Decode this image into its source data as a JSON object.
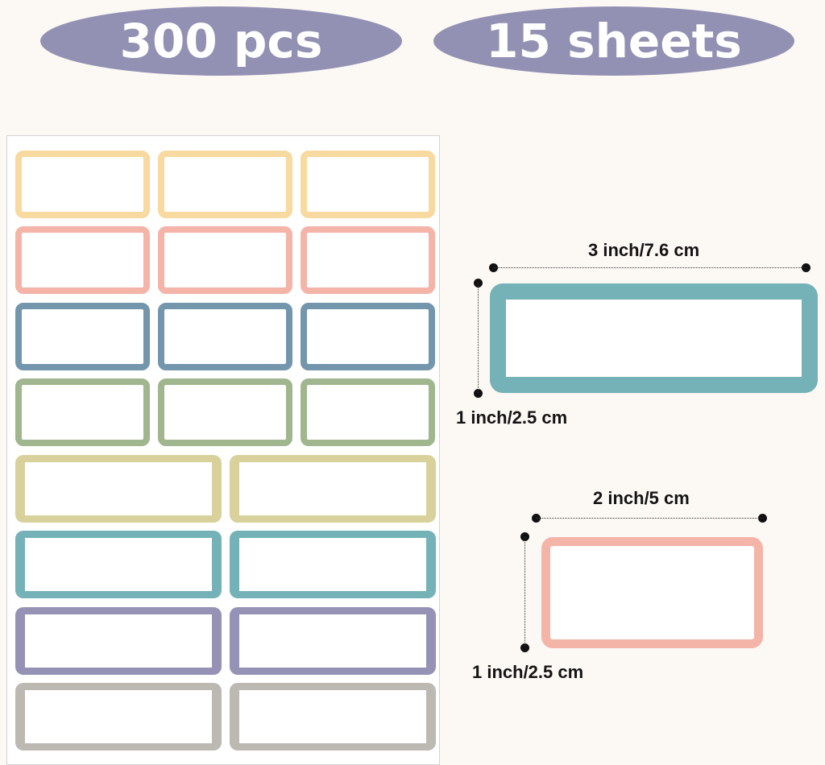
{
  "header": {
    "quantity": "300 pcs",
    "sheets": "15 sheets",
    "badge_color": "#9391b3"
  },
  "sheet": {
    "rows": [
      {
        "color": "#f8d9a0",
        "count": 3,
        "size": "small"
      },
      {
        "color": "#f4b4a8",
        "count": 3,
        "size": "small"
      },
      {
        "color": "#7396ad",
        "count": 3,
        "size": "small"
      },
      {
        "color": "#a0b68e",
        "count": 3,
        "size": "small"
      },
      {
        "color": "#d8d19c",
        "count": 2,
        "size": "large"
      },
      {
        "color": "#74b2b7",
        "count": 2,
        "size": "large"
      },
      {
        "color": "#9592b5",
        "count": 2,
        "size": "large"
      },
      {
        "color": "#bcb9b3",
        "count": 2,
        "size": "large"
      }
    ]
  },
  "dimensions": {
    "large": {
      "width": "3 inch/7.6 cm",
      "height": "1 inch/2.5 cm",
      "color": "#74b2b7"
    },
    "small": {
      "width": "2 inch/5 cm",
      "height": "1 inch/2.5 cm",
      "color": "#f4b4a8"
    }
  }
}
